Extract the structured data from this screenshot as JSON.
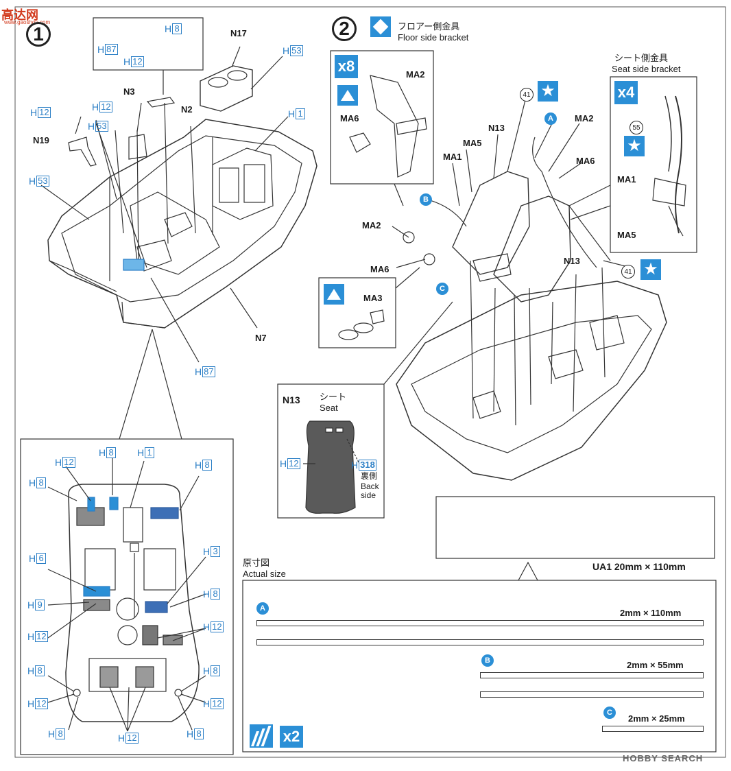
{
  "watermark_top": {
    "chars": "高达网",
    "url": "www.gaoshou.com"
  },
  "watermark_bottom": "HOBBY SEARCH",
  "step1": {
    "number": "1",
    "parts": {
      "n17": "N17",
      "n3": "N3",
      "n2": "N2",
      "n19": "N19",
      "n7": "N7"
    },
    "paint": {
      "inset_h8": "8",
      "inset_h87": "87",
      "inset_h12": "12",
      "h53a": "53",
      "h1": "1",
      "h12a": "12",
      "h12b": "12",
      "h53b": "53",
      "h53c": "53",
      "h87": "87"
    }
  },
  "bottom_view": {
    "h12_top": "12",
    "h8_top": "8",
    "h1_top": "1",
    "h8_topright": "8",
    "h8_left": "8",
    "h6": "6",
    "h3": "3",
    "h8_mid": "8",
    "h9": "9",
    "h12_mid": "12",
    "h12_right": "12",
    "h8_bl": "8",
    "h12_bl": "12",
    "h8_br": "8",
    "h12_br": "12",
    "h8_bottom_l": "8",
    "h12_bottom": "12",
    "h8_bottom_r": "8"
  },
  "step2": {
    "number": "2",
    "floor_bracket_jp": "フロアー側金具",
    "floor_bracket_en": "Floor side bracket",
    "floor_count": "8",
    "seat_bracket_jp": "シート側金具",
    "seat_bracket_en": "Seat side bracket",
    "seat_count": "4",
    "parts": {
      "ma2_inset": "MA2",
      "ma6_inset": "MA6",
      "ma3": "MA3",
      "ma2_right": "MA2",
      "ma6_right": "MA6",
      "ma5": "MA5",
      "ma1": "MA1",
      "n13_top": "N13",
      "n13_right": "N13",
      "ma2_left": "MA2",
      "ma6_left": "MA6",
      "sb_ma1": "MA1",
      "sb_ma5": "MA5"
    },
    "markers": {
      "a": "A",
      "b": "B",
      "c": "C",
      "n41a": "41",
      "n41b": "41",
      "n55": "55",
      "star": "★"
    }
  },
  "seat_inset": {
    "part": "N13",
    "jp": "シート",
    "en": "Seat",
    "h12": "12",
    "h318": "318",
    "back_jp": "裏側",
    "back_en1": "Back",
    "back_en2": "side"
  },
  "decals": {
    "actual_jp": "原寸図",
    "actual_en": "Actual size",
    "ua1": "UA1  20mm × 110mm",
    "a_marker": "A",
    "a_dim": "2mm × 110mm",
    "b_marker": "B",
    "b_dim": "2mm × 55mm",
    "c_marker": "C",
    "c_dim": "2mm × 25mm",
    "x2": "2"
  }
}
